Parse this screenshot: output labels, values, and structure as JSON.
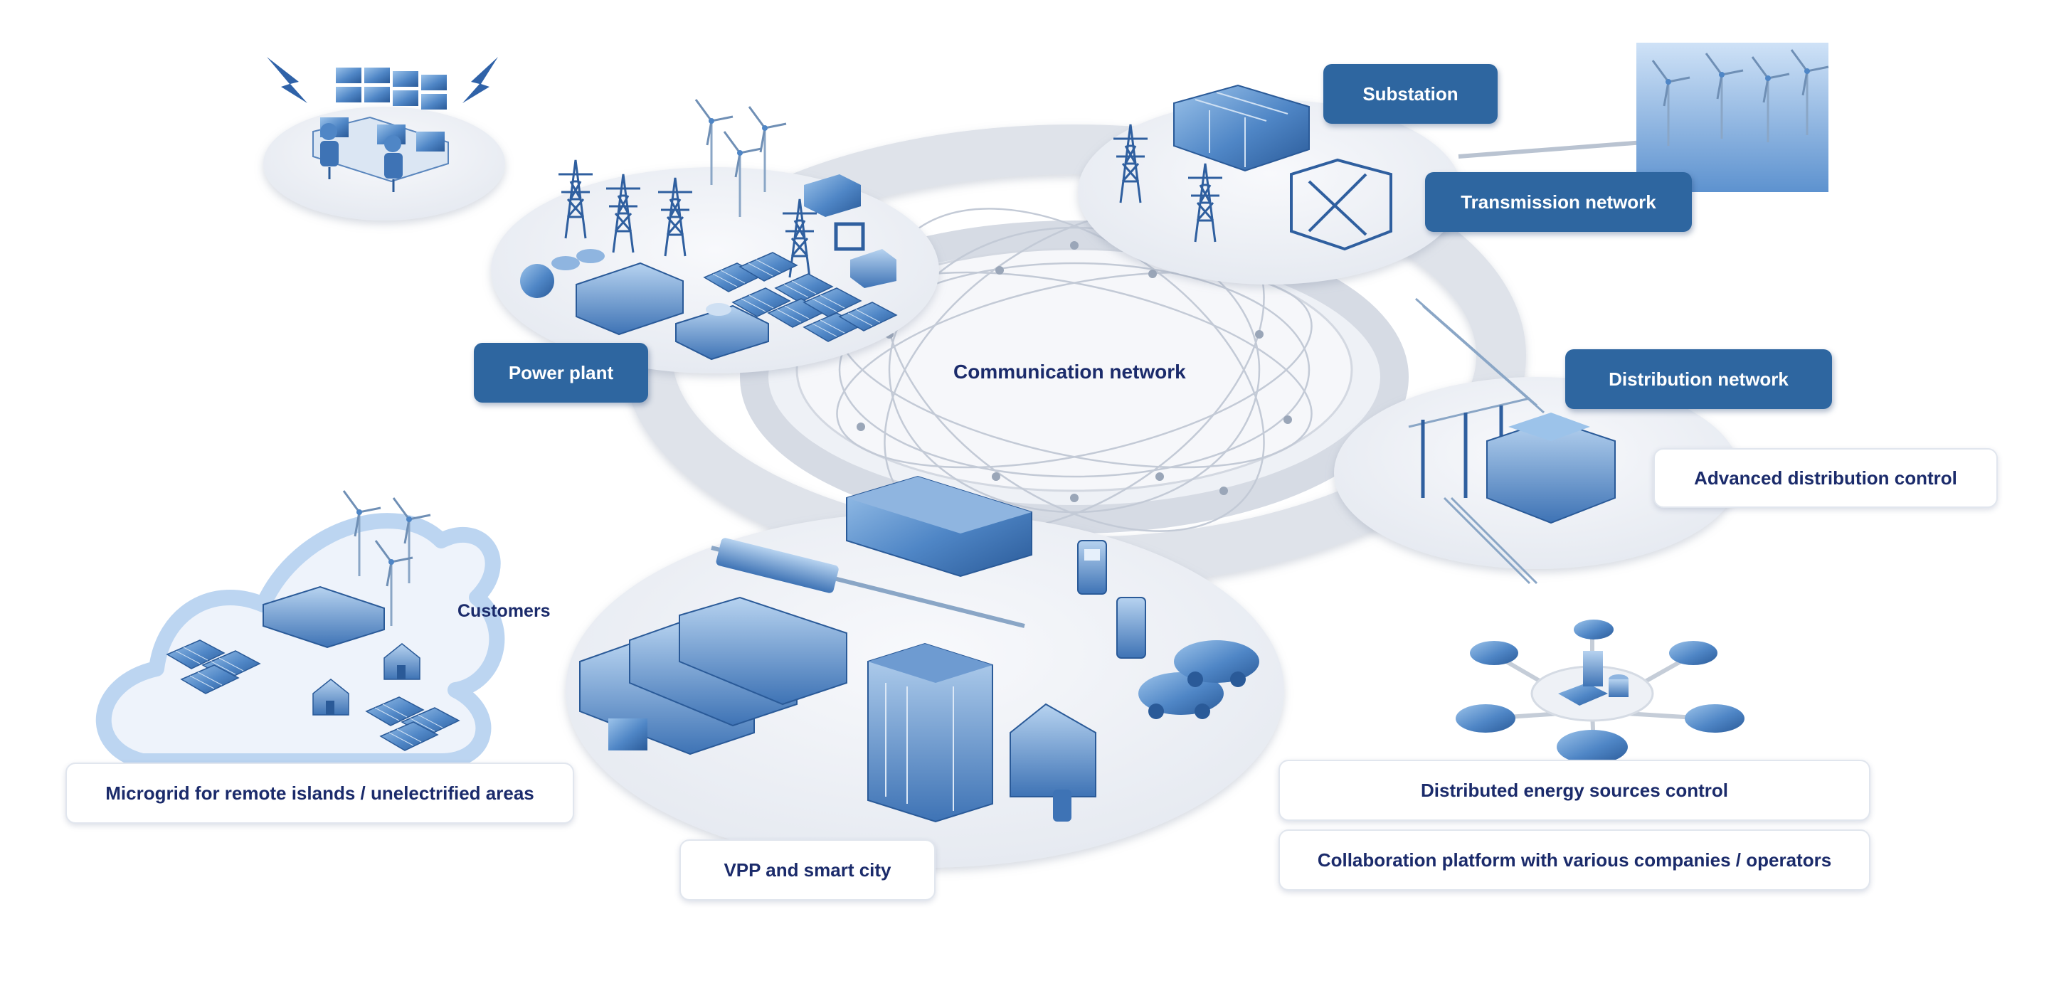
{
  "labels": {
    "substation": "Substation",
    "transmission_network": "Transmission network",
    "power_plant": "Power plant",
    "communication_network": "Communication network",
    "distribution_network": "Distribution network",
    "advanced_distribution_control": "Advanced distribution control",
    "customers": "Customers",
    "microgrid": "Microgrid for remote islands / unelectrified areas",
    "vpp_smart_city": "VPP and smart city",
    "distributed_energy_control": "Distributed energy sources control",
    "collaboration_platform": "Collaboration platform with various companies / operators"
  },
  "colors": {
    "label_dark_bg": "#2e66a0",
    "label_text_dark": "#1b2b6b",
    "island_fill": "#eef1f6",
    "ring_fill": "#dfe3ea",
    "icon_blue": "#4f86c6"
  }
}
